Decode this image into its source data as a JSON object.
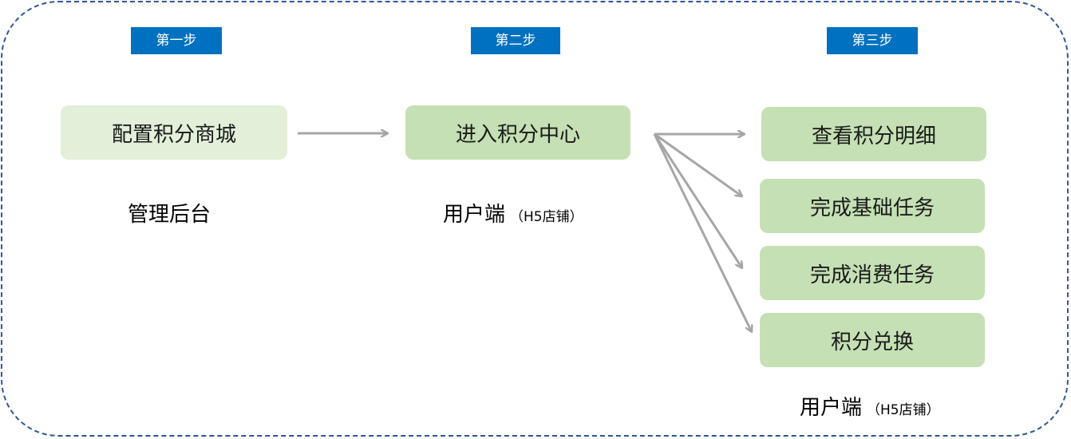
{
  "steps": {
    "step1": "第一步",
    "step2": "第二步",
    "step3": "第三步"
  },
  "nodes": {
    "config": "配置积分商城",
    "center": "进入积分中心",
    "detail": "查看积分明细",
    "basic_task": "完成基础任务",
    "consume_task": "完成消费任务",
    "exchange": "积分兑换"
  },
  "captions": {
    "admin": "管理后台",
    "user1_main": "用户端",
    "user1_sub": "（H5店铺）",
    "user2_main": "用户端",
    "user2_sub": "（H5店铺）"
  },
  "colors": {
    "border": "#2f5597",
    "badge": "#0070c0",
    "node_light": "#e2efd9",
    "node_green": "#c5e0b4",
    "arrow": "#a6a6a6"
  }
}
